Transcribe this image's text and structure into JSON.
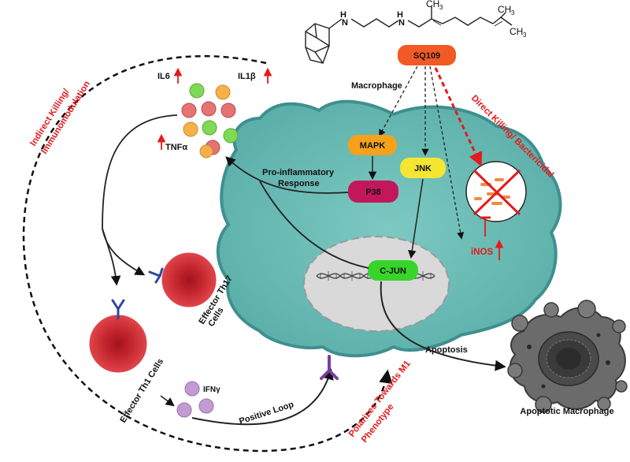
{
  "compound": {
    "name": "SQ109",
    "ch3_a": "CH",
    "ch3_b": "CH",
    "sub3": "3",
    "nh1": "H",
    "nh2": "H",
    "n1": "N",
    "n2": "N"
  },
  "cell": {
    "label": "Macrophage"
  },
  "nodes": {
    "mapk": "MAPK",
    "jnk": "JNK",
    "p38": "P38",
    "cjun": "C-JUN",
    "inos": "iNOS"
  },
  "labels": {
    "pro_inflammatory_1": "Pro-inflammatory",
    "pro_inflammatory_2": "Response",
    "il6": "IL6",
    "il1b": "IL1β",
    "tnfa": "TNFα",
    "th17_1": "Effector Th17",
    "th17_2": "Cells",
    "th1": "Effector Th1 Cells",
    "ifng": "IFNγ",
    "positive_loop": "Positive Loop",
    "apoptosis": "Apoptosis",
    "apoptotic_macrophage": "Apoptotic Macrophage"
  },
  "red_labels": {
    "indirect_1": "Indirect Killing/",
    "indirect_2": "Immunomodulation",
    "direct": "Direct Killing/ Bactericidal",
    "polarizes_1": "Polarizes Towards M1",
    "polarizes_2": "Phenotype"
  },
  "colors": {
    "cell_fill": "#6dbdb6",
    "cell_stroke": "#3f8f90",
    "sq109": "#f15a24",
    "mapk": "#f4a11c",
    "jnk": "#f5e634",
    "p38": "#c2185b",
    "cjun": "#39d42a",
    "accent_red": "#e41a1c"
  }
}
